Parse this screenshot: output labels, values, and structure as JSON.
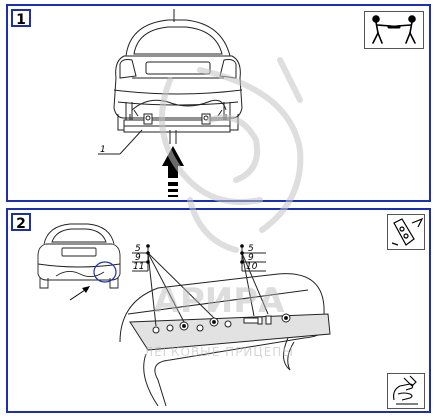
{
  "panels": [
    {
      "number": "1",
      "callouts": [
        "1"
      ]
    },
    {
      "number": "2",
      "callouts": [
        "5",
        "9",
        "11",
        "5",
        "9",
        "10"
      ]
    }
  ],
  "watermark": {
    "brand": "АРИРА",
    "subtitle": "ЛЕГКОВЫЕ ПРИЦЕПЫ"
  },
  "icons": [
    "two-person-lift-icon",
    "tighten-bolt-icon",
    "hand-wrench-icon"
  ]
}
